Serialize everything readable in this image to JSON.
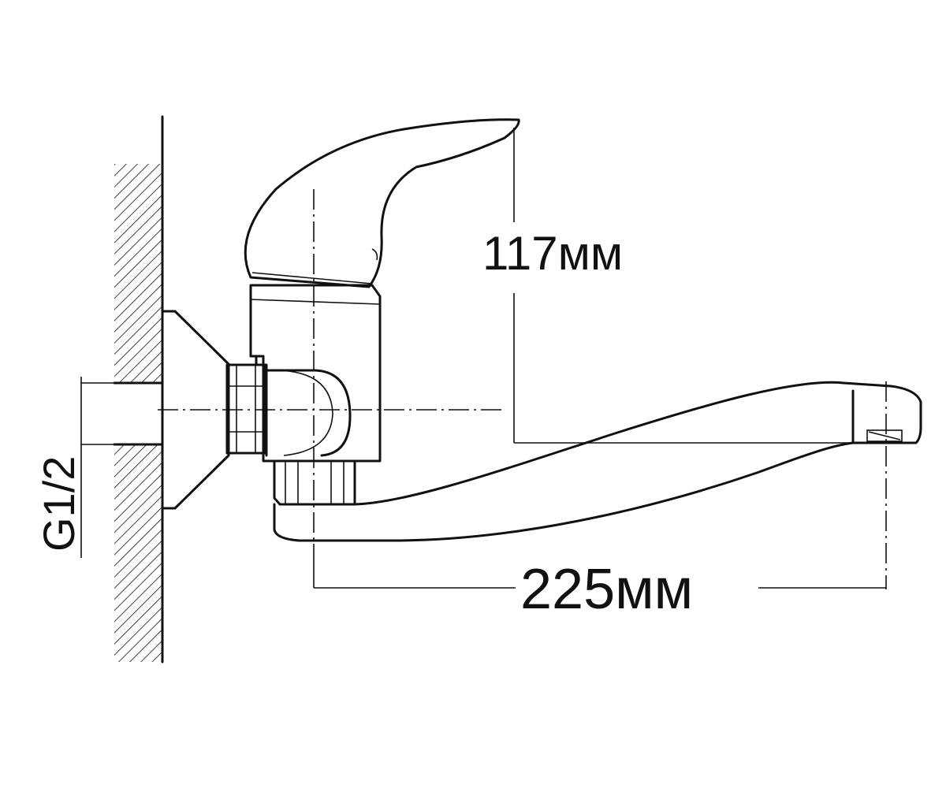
{
  "dimensions": {
    "height": "117мм",
    "spout_reach": "225мм",
    "thread": "G1/2"
  },
  "colors": {
    "line": "#111111",
    "background": "#ffffff"
  }
}
